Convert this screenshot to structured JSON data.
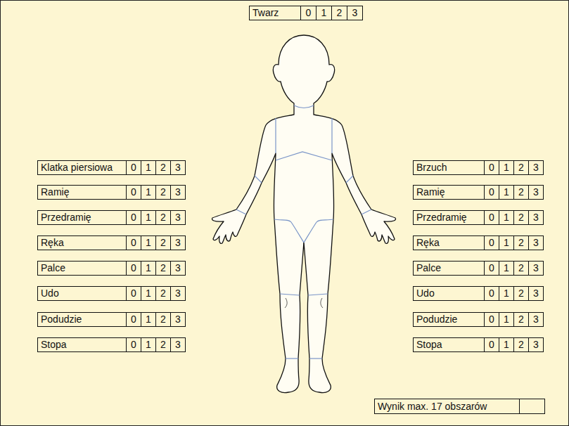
{
  "diagram": {
    "nodes": [
      {
        "text": [
          "Twarz",
          "0",
          "1",
          "2",
          "3"
        ]
      },
      {
        "text": [
          "Klatka piersiowa",
          "0",
          "1",
          "2",
          "3"
        ]
      },
      {
        "text": [
          "Ramię",
          "0",
          "1",
          "2",
          "3"
        ]
      },
      {
        "text": [
          "Przedramię",
          "0",
          "1",
          "2",
          "3"
        ]
      },
      {
        "text": [
          "Ręka",
          "0",
          "1",
          "2",
          "3"
        ]
      },
      {
        "text": [
          "Palce",
          "0",
          "1",
          "2",
          "3"
        ]
      },
      {
        "text": [
          "Udo",
          "0",
          "1",
          "2",
          "3"
        ]
      },
      {
        "text": [
          "Podudzie",
          "0",
          "1",
          "2",
          "3"
        ]
      },
      {
        "text": [
          "Stopa",
          "0",
          "1",
          "2",
          "3"
        ]
      },
      {
        "text": [
          "Brzuch",
          "0",
          "1",
          "2",
          "3"
        ]
      },
      {
        "text": [
          "Ramię",
          "0",
          "1",
          "2",
          "3"
        ]
      },
      {
        "text": [
          "Przedramię",
          "0",
          "1",
          "2",
          "3"
        ]
      },
      {
        "text": [
          "Ręka",
          "0",
          "1",
          "2",
          "3"
        ]
      },
      {
        "text": [
          "Palce",
          "0",
          "1",
          "2",
          "3"
        ]
      },
      {
        "text": [
          "Udo",
          "0",
          "1",
          "2",
          "3"
        ]
      },
      {
        "text": [
          "Podudzie",
          "0",
          "1",
          "2",
          "3"
        ]
      },
      {
        "text": [
          "Stopa",
          "0",
          "1",
          "2",
          "3"
        ]
      },
      {
        "text": [
          "Wynik max. 17 obszarów"
        ]
      }
    ]
  }
}
